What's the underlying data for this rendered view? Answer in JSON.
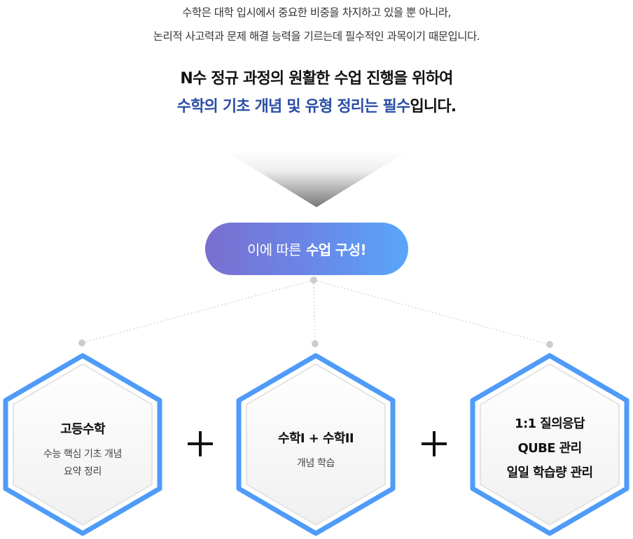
{
  "intro": {
    "line1": "수학은 대학 입시에서 중요한 비중을 차지하고 있을 뿐 아니라,",
    "line2": "논리적 사고력과 문제 해결 능력을 기르는데 필수적인 과목이기 때문입니다."
  },
  "headline": {
    "line1": "N수 정규 과정의 원활한 수업 진행을 위하여",
    "line2_accent": "수학의 기초 개념 및 유형 정리는 필수",
    "line2_rest": "입니다."
  },
  "pill": {
    "text_normal": "이에 따른",
    "text_strong": "수업 구성!"
  },
  "courses": [
    {
      "title_lines": [
        "고등수학"
      ],
      "desc_lines": [
        "수능 핵심 기초 개념",
        "요약 정리"
      ]
    },
    {
      "title_lines": [
        "수학I + 수학II"
      ],
      "desc_lines": [
        "개념 학습"
      ]
    },
    {
      "title_lines": [
        "1:1 질의응답",
        "QUBE 관리",
        "일일 학습량 관리"
      ],
      "desc_lines": []
    }
  ],
  "colors": {
    "accent_blue": "#2a4ea6",
    "hex_border": "#4f9bf8",
    "pill_start": "#7a6fcf",
    "pill_end": "#58a6fb"
  }
}
